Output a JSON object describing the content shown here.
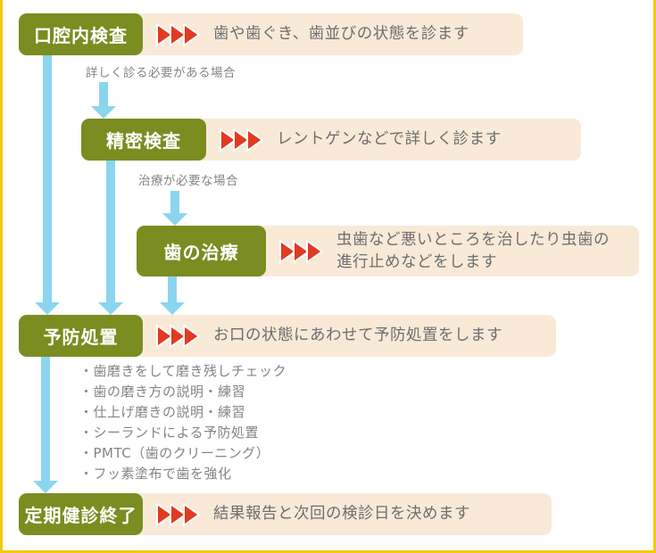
{
  "colors": {
    "green": "#7B8C20",
    "beige": "#F9EAD7",
    "red": "#E13A22",
    "blue": "#8BD5EF",
    "yellow": "#F9C70C",
    "text": "#6E6E6E",
    "muted": "#848484"
  },
  "steps": [
    {
      "label": "口腔内検査",
      "desc": "歯や歯ぐき、歯並びの状態を診ます"
    },
    {
      "label": "精密検査",
      "desc": "レントゲンなどで詳しく診ます"
    },
    {
      "label": "歯の治療",
      "desc": "虫歯など悪いところを治したり虫歯の\n進行止めなどをします"
    },
    {
      "label": "予防処置",
      "desc": "お口の状態にあわせて予防処置をします"
    },
    {
      "label": "定期健診終了",
      "desc": "結果報告と次回の検診日を決めます"
    }
  ],
  "condition_labels": [
    "詳しく診る必要がある場合",
    "治療が必要な場合"
  ],
  "prevention_notes": [
    "・歯磨きをして磨き残しチェック",
    "・歯の磨き方の説明・練習",
    "・仕上げ磨きの説明・練習",
    "・シーランドによる予防処置",
    "・PMTC（歯のクリーニング）",
    "・フッ素塗布で歯を強化"
  ],
  "icons": {
    "step_arrow": "triple-arrow-right",
    "flow_arrow": "down-arrow"
  }
}
